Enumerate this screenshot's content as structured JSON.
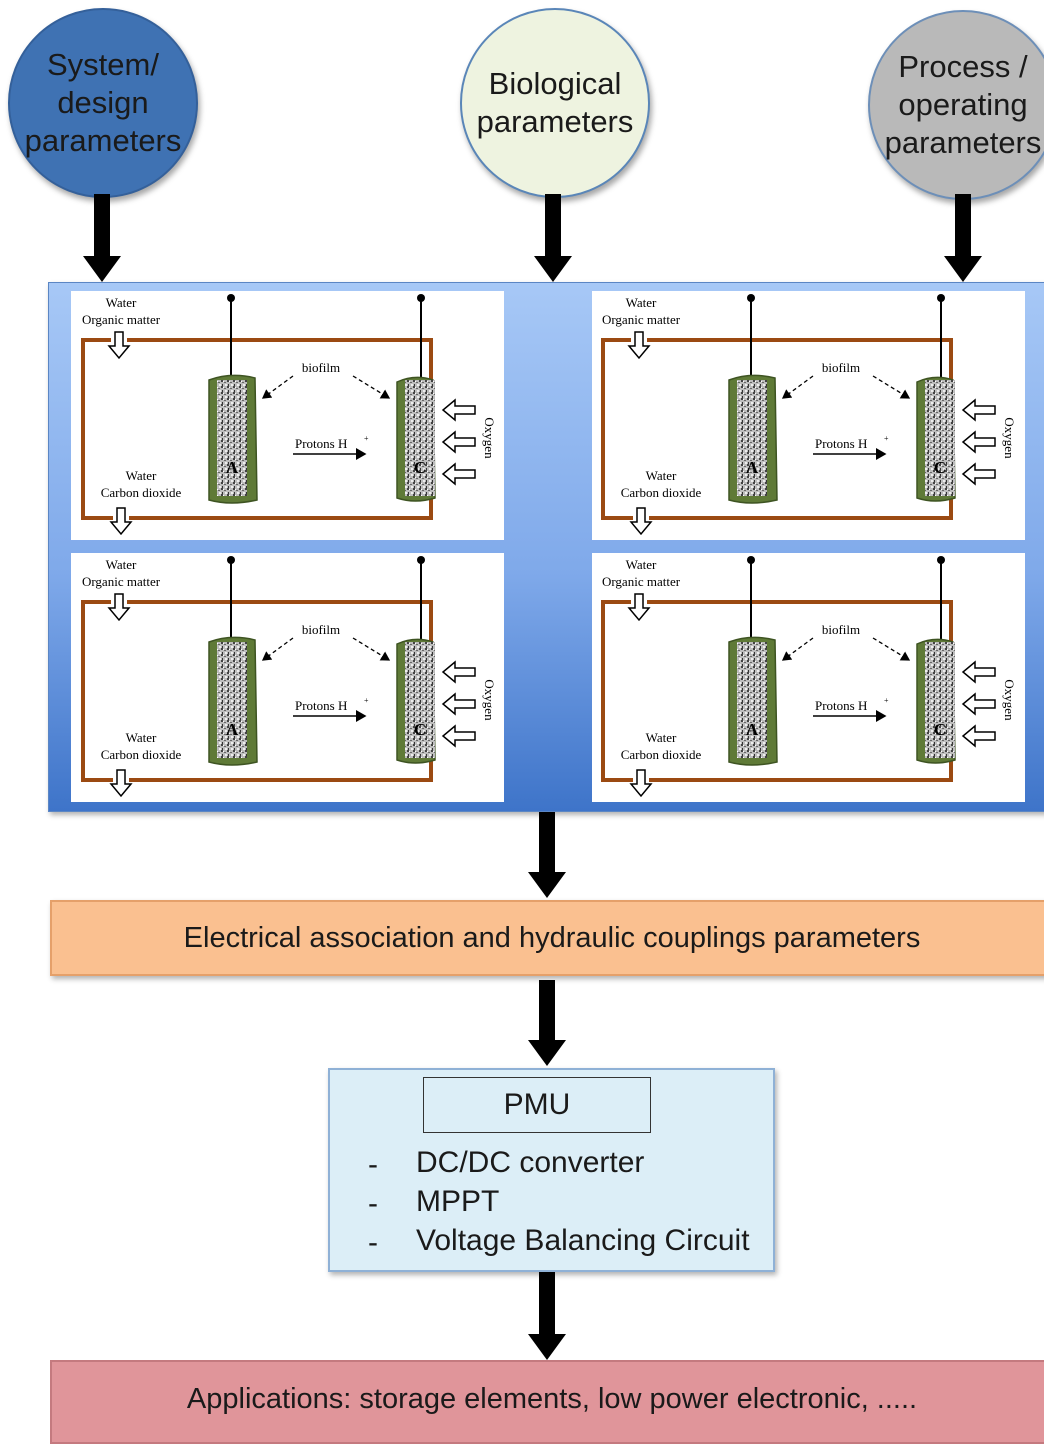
{
  "inputs": [
    {
      "label": "System/\ndesign\nparameters",
      "color": "#3f72b3"
    },
    {
      "label": "Biological\nparameters",
      "color": "#eef3e0"
    },
    {
      "label": "Process /\noperating\nparameters",
      "color": "#b9b9b9"
    }
  ],
  "cell": {
    "inlet_line1": "Water",
    "inlet_line2": "Organic matter",
    "outlet_line1": "Water",
    "outlet_line2": "Carbon dioxide",
    "biofilm": "biofilm",
    "protons": "Protons  H",
    "protons_sup": "+",
    "oxygen": "Oxygen",
    "anode": "A",
    "cathode": "C"
  },
  "coupling": {
    "label": "Electrical association and hydraulic couplings parameters",
    "color": "#fac090"
  },
  "pmu": {
    "title": "PMU",
    "items": [
      "DC/DC converter",
      "MPPT",
      "Voltage Balancing Circuit"
    ],
    "bullet": "-"
  },
  "applications": {
    "label": "Applications: storage elements, low power electronic, .....",
    "color": "#e0959a"
  }
}
